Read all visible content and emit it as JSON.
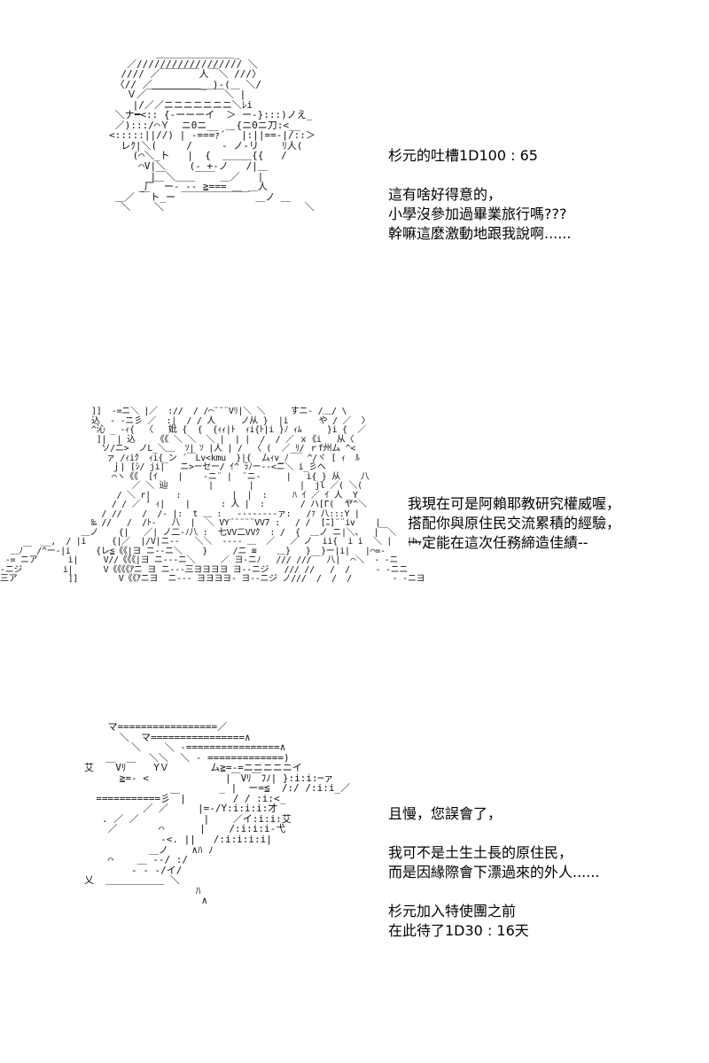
{
  "panel_1": {
    "art": "             ＿＿＿＿＿＿＿＿_\n        ／////////////////// ＼\n       //// ／￣￣￣￣人￣＼ ///〉\n      〈// ／＿＿＿＿＿_ )-(＿ ＼/\n        Ｖ／￣￣￣￣￣￣￣￣＼ |\n         |/／／ニニニニニニニ＼ﾚi\n      ＼ナ━<:: {-ーーーイ  ＞ ー-}:::)ノえ_\n      ／):::/⌒Ｙ  ニ0ニ__   {ニ0ニ刀:<__\n     <:::::||//) | ‐===ｧ´￣ |:||==-|/::＞\n       レｸ|＼(     /     - ノ-リ    ﾘ人(\n         (⌒＼_ト   |  {  ＿＿＿{{   /\n          ⌒V|＼    (‐ +‐ノ   /|＿\n            |￣＼＿＿￣￣ ＿／   |\n          _厂￣ー‐ -- ≧=== ＿ ＿人\n      ＿／ ￣ト_ー ￣￣￣￣￣￣￣ ＿ノ ＿\n       ＼    ＼                        ＼",
    "dialog": {
      "line_1": "杉元的吐槽1D100 : 65",
      "line_2": "這有啥好得意的，",
      "line_3": "小學沒參加過畢業旅行嗎???",
      "line_4": "幹嘛這麼激動地跟我說啊......"
    }
  },
  "panel_2": {
    "art": "                  ]]  ‐=ニ＼ |／  ://  / /⌒¨¨¨Vﾘ|＼ ＼     すニ‐ /＿/ \\\n                  込  - -ニ彡 ／  :|  / / 人     ノ从 }  |i      や / ／  〉\n                  ^沁 _ -ｨ{  〈   妣 {  {  {ｨｨ|ﾄ  ｨi{ﾄ|i }ﾉ ｨﾑ     }i {  ／\n                   ]|  | 込    《《 ＼ ＼  ＼ |  | |  /  / ／ ｘ《i   从〈\n                    ソ/ニ>  ノL_＼＿  ｿ| ｿ |人 | /  〈 (  ／_ﾘ/ ｒf州ム ^<\n                     ァ /ｨiｸ  ｨi{_ン ´￣Lv<kmu  }|{  ムｨv_ﾉ ￣ ^/ヾ [ ｨ  ﾙ\n                      ｊ| [ｼ/ ji|   ニ>ーセー/ ｲ^ ﾗﾉー--<ニ＼ i_彡ヘ\n                      ⌒ヽ《《  [ｲ    |    ‐ニ¨ |  ¨ニ‐     |   i{ } 从    八\n                          ／ ＼ 辿        |       |         |  jl ／( ＼(\n                       / ＼ r|     :          |  |  :     ﾊ ｲ ／ ｲ 人 _Y\n                      / / ／ ‘ ｨ|    |      : 人 |  :       / ハ[Γ(  ヤ^＼\n                    / //    /  /- |:  t ＿ :   --------ァ:   /ｧ 八:::Y |\n                  ‰ //   /  /ﾄ-   八  |  ＼ VY¨¨¨¨¨VV7 :   / /  [ﾆ]¨¨iv    |\n                ＿ノ    {|   ／| ノ二-ﾉ八 :  七VV二VVｸ  : /  {  ＿ノ ニ|＼、  |￣＼\n        __,  / |i     {|／  |/V|ニ-‐   ＼＼  ---- ＿  ／   ／ ノ  ii{  i i  ＼ |   |h,\n  ＿ﾉ￣ /^ー‐|i     {レ≦《《|ヨ ニ--ニ＼    }     /ニ ≡    ＿}   }__}ー|i|   |⌒=-\n -= ニア      i|     V//《《《|ヨ ニ---ニ＼     ／ ヨ-ニﾉ   /// ///   八|  ⌒＼  - -ニ\n-ニジ        i|      V《《《《ｱニ ヨ ニ---三ヨヨヨヨ ヨ--ニジ   /// //   /  /     - -ニニ\n三ア          ]]        V《《ｱニヨ  ニ--- ヨヨヨヨ- ヨ--ニジ ノ///  /  /  /        - -ニヨ",
    "dialog": {
      "line_1": "我現在可是阿賴耶教研究權威喔，",
      "line_2": "搭配你與原住民交流累積的經驗，",
      "line_3": "一定能在這次任務締造佳績--"
    }
  },
  "panel_3": {
    "art": "    マ=================／\n      ＼  マ================∧\n        ＼    ＼ -================∧\n           ＼＼  ＼ - =============)\n艾  ￣Vﾘ￣   YＶ       ム≧=-=ニニニニニイ\n      ≧=- <             |￣Vﾘ￣ﾌﾉ| }:i:i:─ァ\n                       _ |  ー=≦  /:/ /:i:i_／\n  ===========彡￣|        / / :i:<_\n          ／ ／     |=-/Y:i:i:i:才\n   . ／ ／           |    ／イ:i:i:艾\n    ／       ⌒      |    /:i:i:i‐弋\n             ‐<. ||   /:i:i:i:i|\n           ＿ノ    ∧ﾊ ﾉ\n    ⌒    ＿ -‐/ :/\n        - - -/イ/\n乂  ＿＿＿＿＿＿ ＼\n                   ﾊ\n                    ∧",
    "dialog": {
      "line_1": "且慢，您誤會了，",
      "line_2": "我可不是土生土長的原住民，",
      "line_3": "而是因緣際會下漂過來的外人......",
      "line_4": "杉元加入特使團之前",
      "line_5": "在此待了1D30 : 16天"
    }
  }
}
